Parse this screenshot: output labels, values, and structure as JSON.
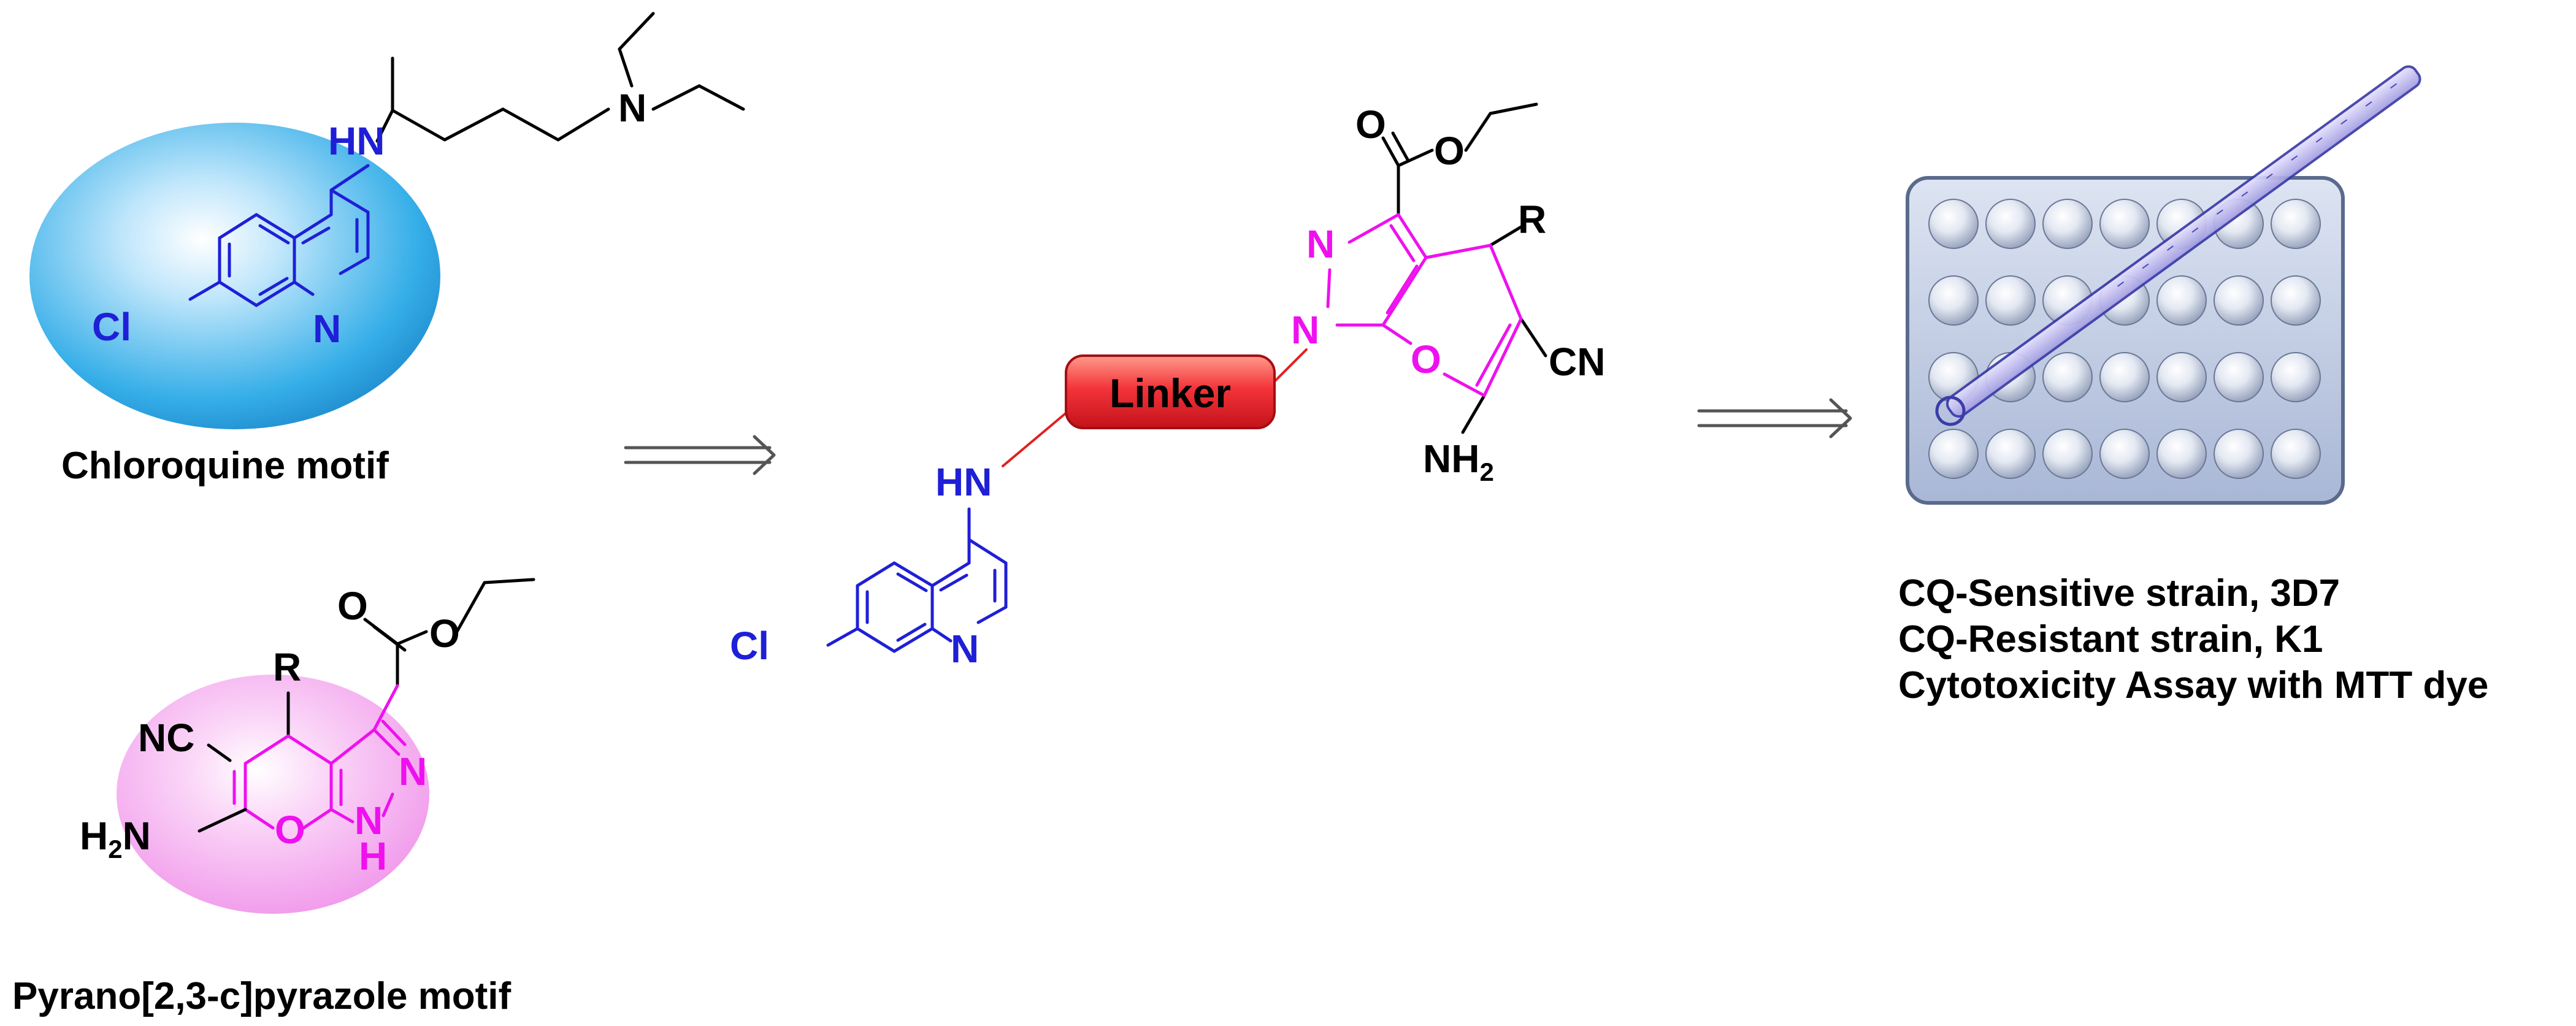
{
  "motifs": {
    "chloroquine": {
      "caption": "Chloroquine motif",
      "atoms": {
        "amine": "HN",
        "amine_n": "N",
        "chloro": "Cl",
        "ring_n": "N"
      },
      "color": "#1f1fd6",
      "fill": "#35aee8"
    },
    "pyrano": {
      "caption": "Pyrano[2,3-c]pyrazole motif",
      "atoms": {
        "r": "R",
        "carbonyl_o": "O",
        "ester_o": "O",
        "nitrile": "NC",
        "amine": "H2N",
        "ring_o": "O",
        "n1": "N",
        "nh": "N",
        "h": "H"
      },
      "color": "#ee11ee",
      "fill": "#f2a6ee"
    }
  },
  "hybrid": {
    "linker_label": "Linker",
    "atoms": {
      "amine": "HN",
      "chloro": "Cl",
      "ring_n": "N",
      "carbonyl_o": "O",
      "ester_o": "O",
      "n1": "N",
      "n2": "N",
      "r": "R",
      "nitrile": "CN",
      "ring_o": "O",
      "amine_nh2": "NH2"
    },
    "linker_color": "#e02020"
  },
  "assay": {
    "lines": [
      "CQ-Sensitive strain, 3D7",
      "CQ-Resistant strain, K1",
      "Cytotoxicity Assay with MTT dye"
    ],
    "plate": {
      "rows": 4,
      "cols": 7,
      "color": "#bcc8e2"
    }
  }
}
